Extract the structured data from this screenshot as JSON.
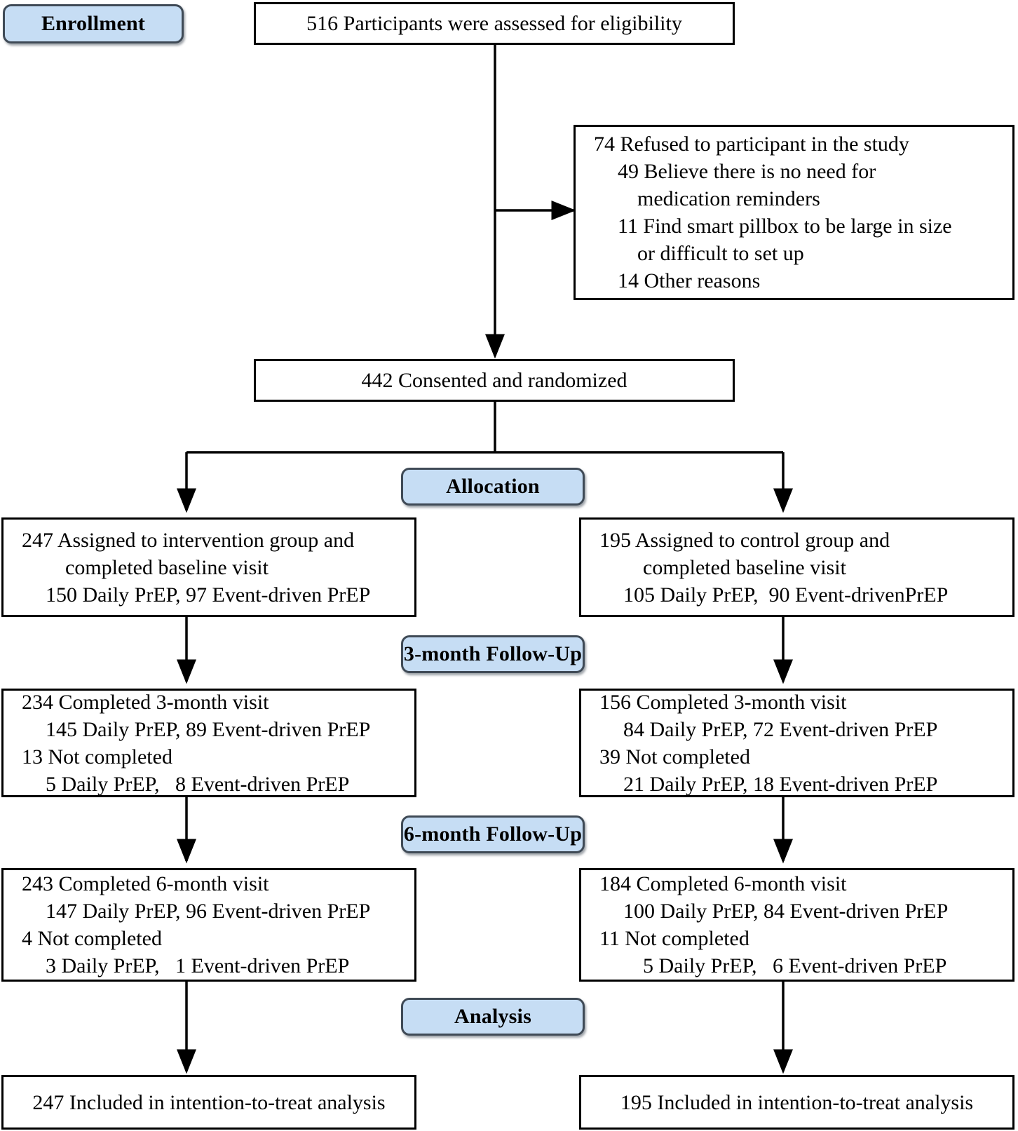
{
  "diagram": {
    "title": "CONSORT participant flow diagram",
    "accent_badge_fill": "#c6ddf4",
    "accent_badge_border": "#3f4a56",
    "line_color": "#000000"
  },
  "stages": {
    "enrollment": "Enrollment",
    "allocation": "Allocation",
    "followup_3month": "3-month Follow-Up",
    "followup_6month": "6-month Follow-Up",
    "analysis": "Analysis"
  },
  "nodes": {
    "assessed": {
      "lines": [
        "516 Participants were assessed for eligibility"
      ]
    },
    "excluded": {
      "lines": [
        "74 Refused to participant in the study",
        "49 Believe there is no need for",
        "medication reminders",
        "11 Find smart pillbox to be large in size",
        "or difficult to set up",
        "14 Other reasons"
      ]
    },
    "randomized": {
      "lines": [
        "442 Consented and randomized"
      ]
    },
    "alloc_intervention": {
      "lines": [
        "247 Assigned to intervention group and",
        "completed baseline visit",
        "150 Daily PrEP, 97 Event-driven PrEP"
      ]
    },
    "alloc_control": {
      "lines": [
        "195 Assigned to control group and",
        "completed baseline visit",
        "105 Daily PrEP,  90 Event-drivenPrEP"
      ]
    },
    "m3_intervention": {
      "lines": [
        "234 Completed 3-month visit",
        "145 Daily PrEP, 89 Event-driven PrEP",
        "13 Not completed",
        "5 Daily PrEP,   8 Event-driven PrEP"
      ]
    },
    "m3_control": {
      "lines": [
        "156 Completed 3-month visit",
        "84 Daily PrEP, 72 Event-driven PrEP",
        "39 Not completed",
        "21 Daily PrEP, 18 Event-driven PrEP"
      ]
    },
    "m6_intervention": {
      "lines": [
        "243 Completed 6-month visit",
        "147 Daily PrEP, 96 Event-driven PrEP",
        "4 Not completed",
        "3 Daily PrEP,   1 Event-driven PrEP"
      ]
    },
    "m6_control": {
      "lines": [
        "184 Completed 6-month visit",
        "100 Daily PrEP, 84 Event-driven PrEP",
        "11 Not completed",
        "5 Daily PrEP,   6 Event-driven PrEP"
      ]
    },
    "analysis_intervention": {
      "lines": [
        "247 Included in intention-to-treat analysis"
      ]
    },
    "analysis_control": {
      "lines": [
        "195 Included in intention-to-treat analysis"
      ]
    }
  }
}
